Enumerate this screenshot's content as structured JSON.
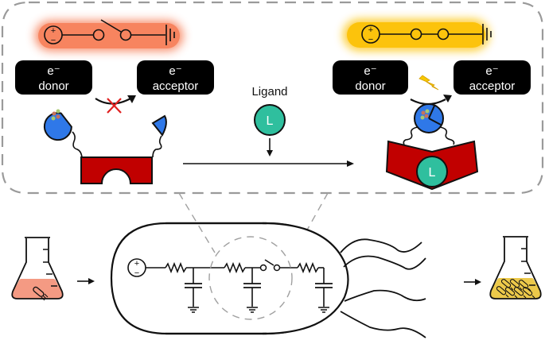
{
  "figure": {
    "type": "schematic diagram",
    "description": "Ligand-gated electron transfer in a cell modeled as an RC circuit"
  },
  "colors": {
    "off_glow": "#f7845f",
    "on_glow": "#fcc30c",
    "protein_red": "#c10000",
    "enzyme_blue": "#2f78e8",
    "ligand_teal": "#2fbf9e",
    "flask_pink": "#f49a83",
    "flask_yellow": "#ecc94a",
    "dashed_gray": "#9a9a9a",
    "cross_red": "#e02020",
    "bolt_yellow": "#f7c800"
  },
  "top_panel": {
    "off_state": {
      "circuit_state": "open",
      "source_plus": "+",
      "source_minus": "−",
      "donor": {
        "line1": "e⁻",
        "line2": "donor"
      },
      "acceptor": {
        "line1": "e⁻",
        "line2": "acceptor"
      },
      "transfer": "blocked"
    },
    "ligand": {
      "label": "Ligand",
      "symbol": "L"
    },
    "on_state": {
      "circuit_state": "closed",
      "source_plus": "+",
      "source_minus": "−",
      "donor": {
        "line1": "e⁻",
        "line2": "donor"
      },
      "acceptor": {
        "line1": "e⁻",
        "line2": "acceptor"
      },
      "transfer": "active",
      "bound_ligand_symbol": "L"
    }
  },
  "bottom_panel": {
    "source_plus": "+",
    "source_minus": "−",
    "left_flask": "pink culture with single cell",
    "right_flask": "yellow culture with many cells",
    "circuit_stages": 3
  }
}
